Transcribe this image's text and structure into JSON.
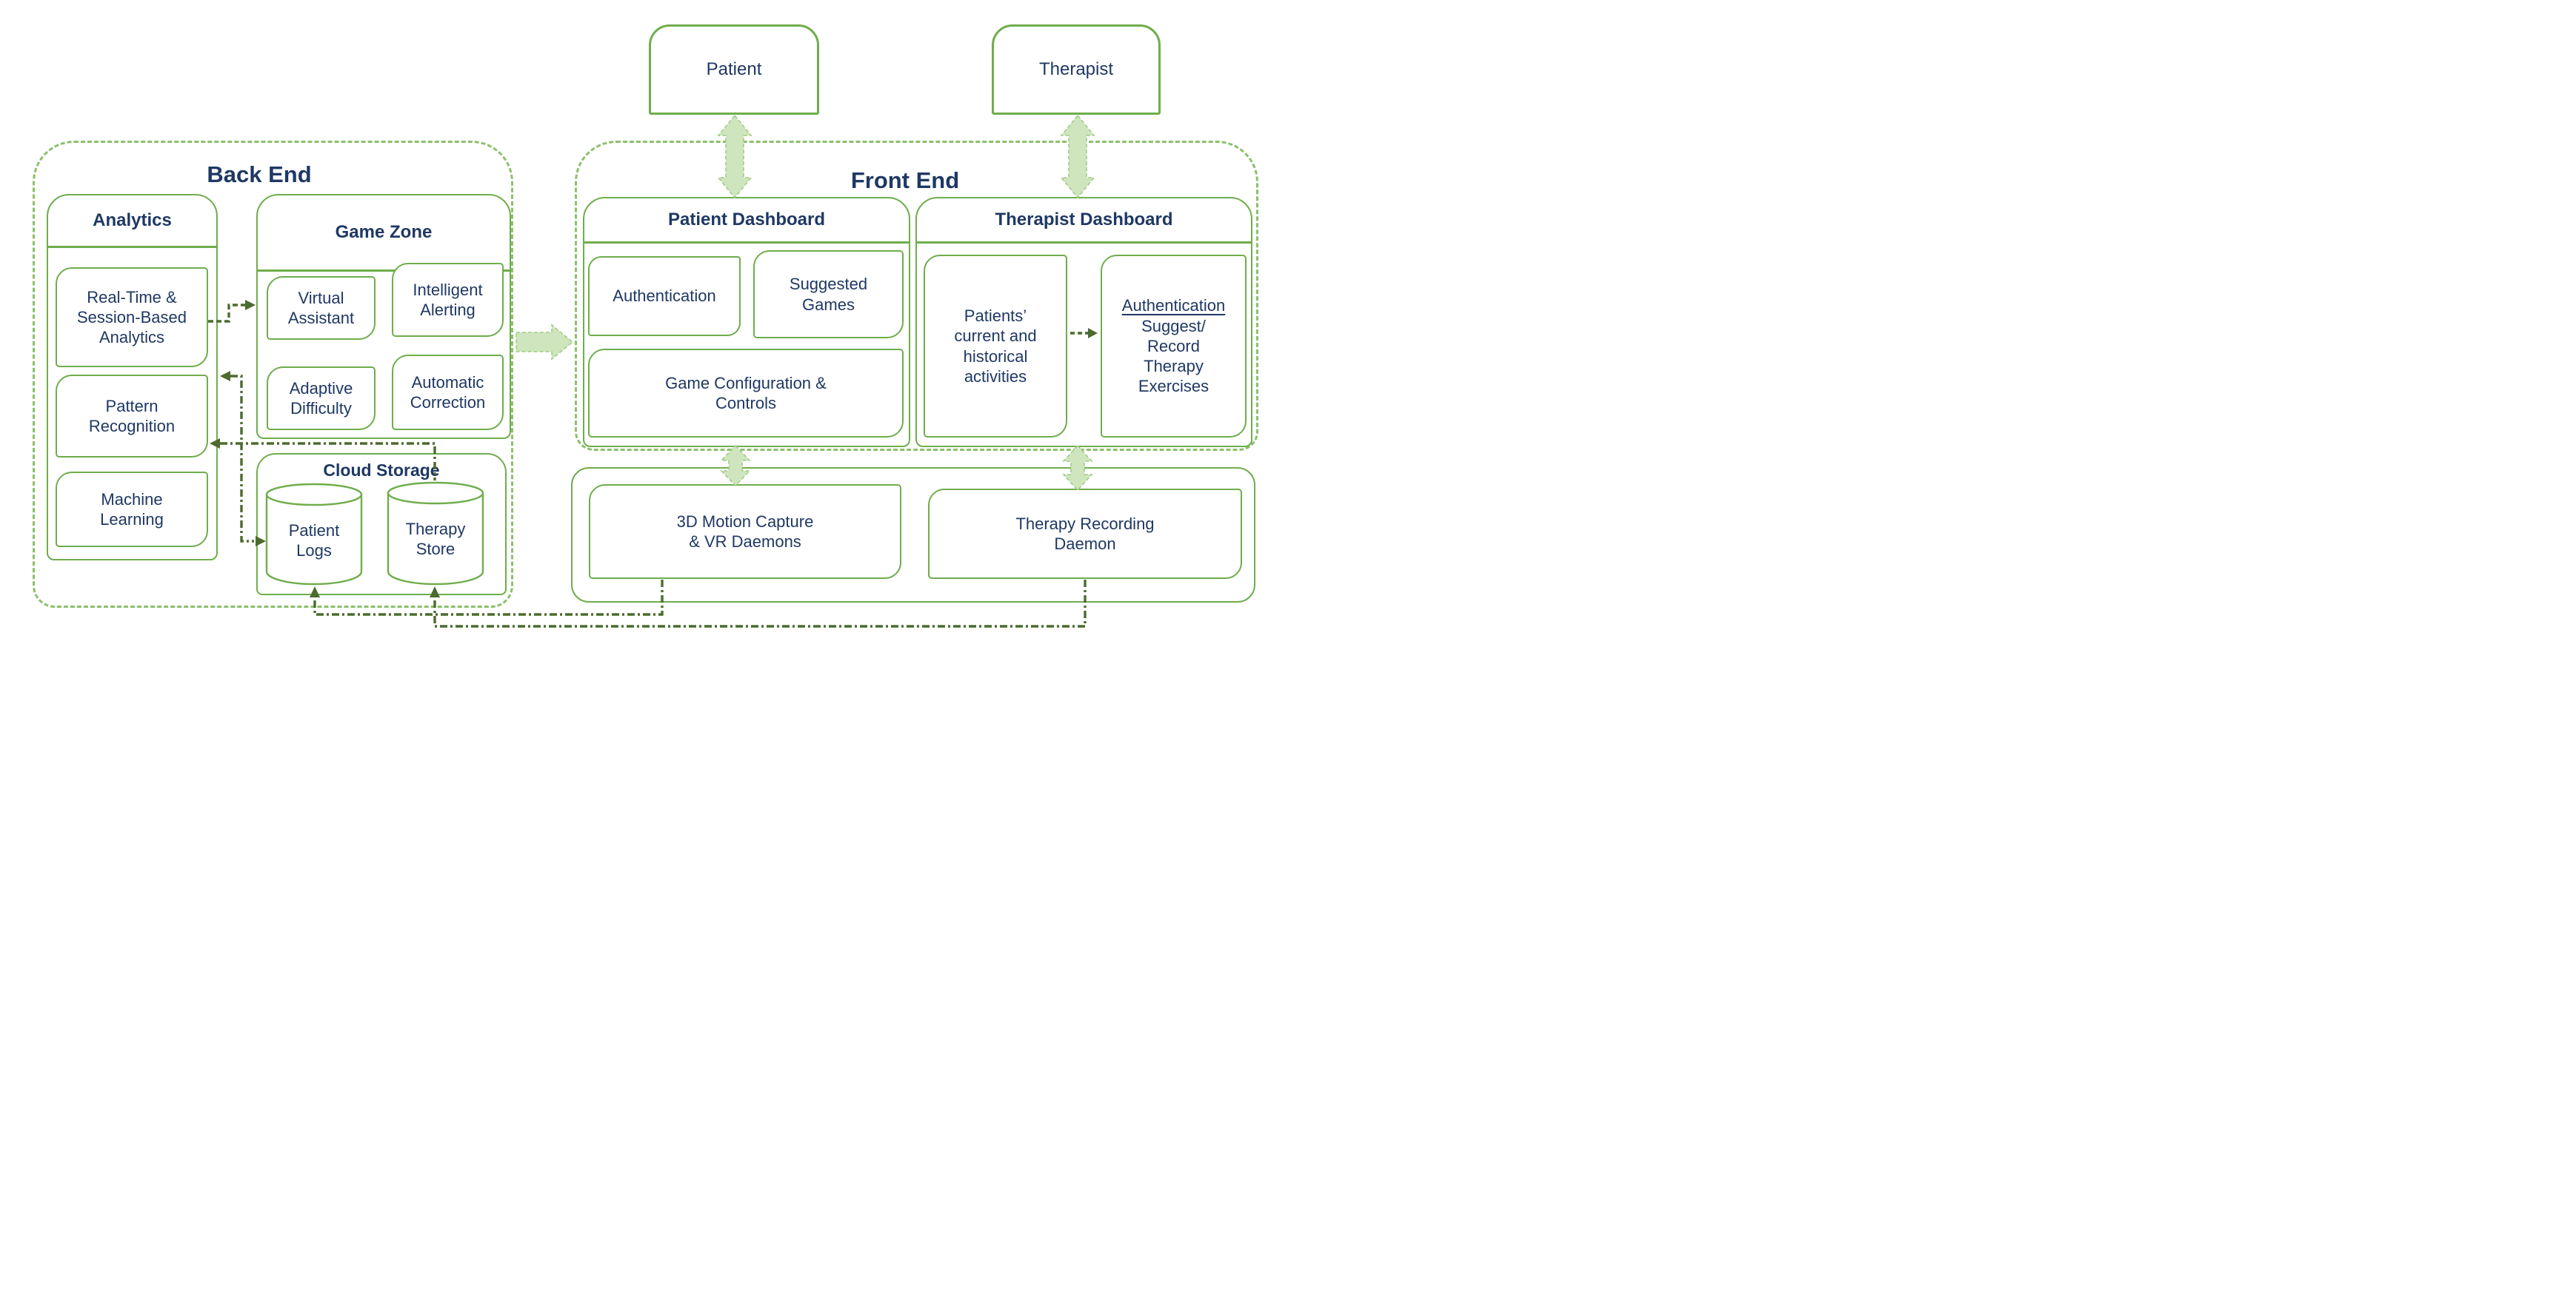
{
  "colors": {
    "box_border": "#6fad4c",
    "dashed_border": "#8cc06c",
    "text_navy": "#1f3864",
    "connector_dark": "#4c6b2e",
    "arrow_fill": "#cee5bd",
    "arrow_outline": "#a2cb87",
    "background": "#ffffff"
  },
  "actors": {
    "patient": "Patient",
    "therapist": "Therapist"
  },
  "back_end": {
    "title": "Back End",
    "analytics": {
      "title": "Analytics",
      "real_time": [
        "Real-Time &",
        "Session-Based",
        "Analytics"
      ],
      "pattern": [
        "Pattern",
        "Recognition"
      ],
      "machine": [
        "Machine",
        "Learning"
      ]
    },
    "game_zone": {
      "title": "Game Zone",
      "virtual_assistant": [
        "Virtual",
        "Assistant"
      ],
      "intelligent_alerting": [
        "Intelligent",
        "Alerting"
      ],
      "adaptive_difficulty": [
        "Adaptive",
        "Difficulty"
      ],
      "automatic_correction": [
        "Automatic",
        "Correction"
      ]
    },
    "cloud_storage": {
      "title": "Cloud Storage",
      "patient_logs": [
        "Patient",
        "Logs"
      ],
      "therapy_store": [
        "Therapy",
        "Store"
      ]
    }
  },
  "front_end": {
    "title": "Front End",
    "patient_dashboard": {
      "title": "Patient Dashboard",
      "authentication": "Authentication",
      "suggested_games": [
        "Suggested",
        "Games"
      ],
      "game_config": [
        "Game Configuration &",
        "Controls"
      ]
    },
    "therapist_dashboard": {
      "title": "Therapist Dashboard",
      "patients_activities": [
        "Patients’",
        "current and",
        "historical",
        "activities"
      ],
      "auth_heading": "Authentication",
      "auth_lines": [
        "Suggest/",
        "Record",
        "Therapy",
        "Exercises"
      ]
    }
  },
  "daemons": {
    "motion": [
      "3D Motion Capture",
      "& VR Daemons"
    ],
    "recording": [
      "Therapy Recording",
      "Daemon"
    ]
  }
}
